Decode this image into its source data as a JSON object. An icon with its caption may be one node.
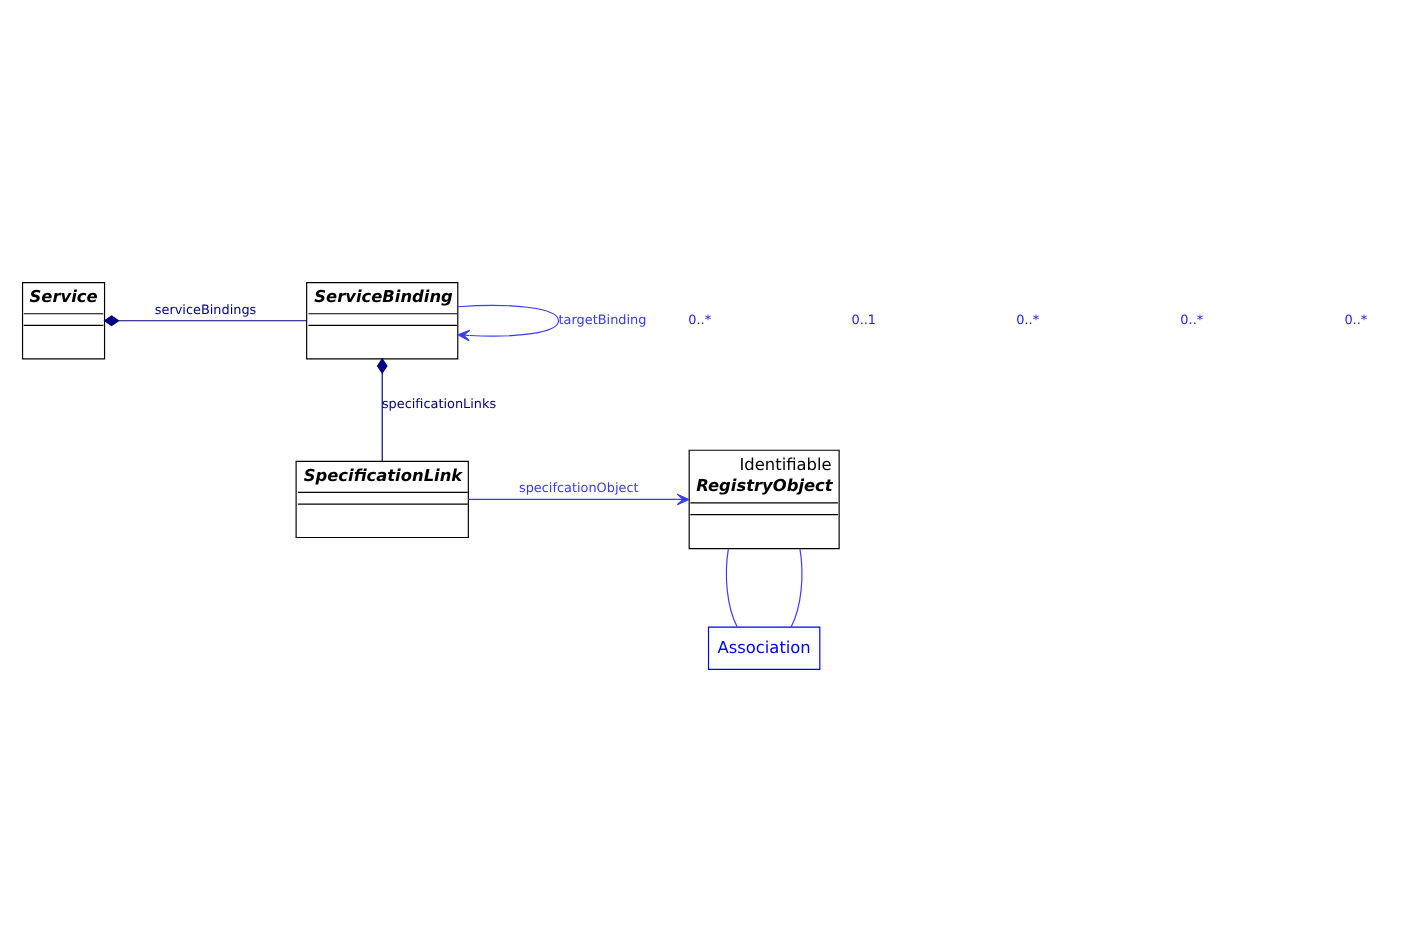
{
  "diagram": {
    "nodes": [
      {
        "text": [
          "Service"
        ]
      },
      {
        "text": [
          "ServiceBinding"
        ]
      },
      {
        "text": [
          "SpecificationLink"
        ]
      },
      {
        "text": [
          "Identifiable",
          "RegistryObject"
        ]
      },
      {
        "text": [
          "Association"
        ]
      }
    ],
    "edges": [
      {
        "from": 0,
        "to": 1,
        "arrow": "other",
        "label": "serviceBindings",
        "color": "#000080"
      },
      {
        "from": 1,
        "to": 1,
        "arrow": "to",
        "label": "targetBinding"
      },
      {
        "from": 1,
        "to": 2,
        "arrow": "other",
        "label": "specificationLinks",
        "color": "#000080"
      },
      {
        "from": 2,
        "to": 3,
        "arrow": "to",
        "label": "specifcationObject"
      },
      {
        "from": 3,
        "to": 4,
        "arrow": "none"
      },
      {
        "from": 4,
        "to": 3,
        "arrow": "none"
      }
    ],
    "labels": [
      "0..*",
      "0..1",
      "0..*",
      "0..*",
      "0..*"
    ]
  }
}
